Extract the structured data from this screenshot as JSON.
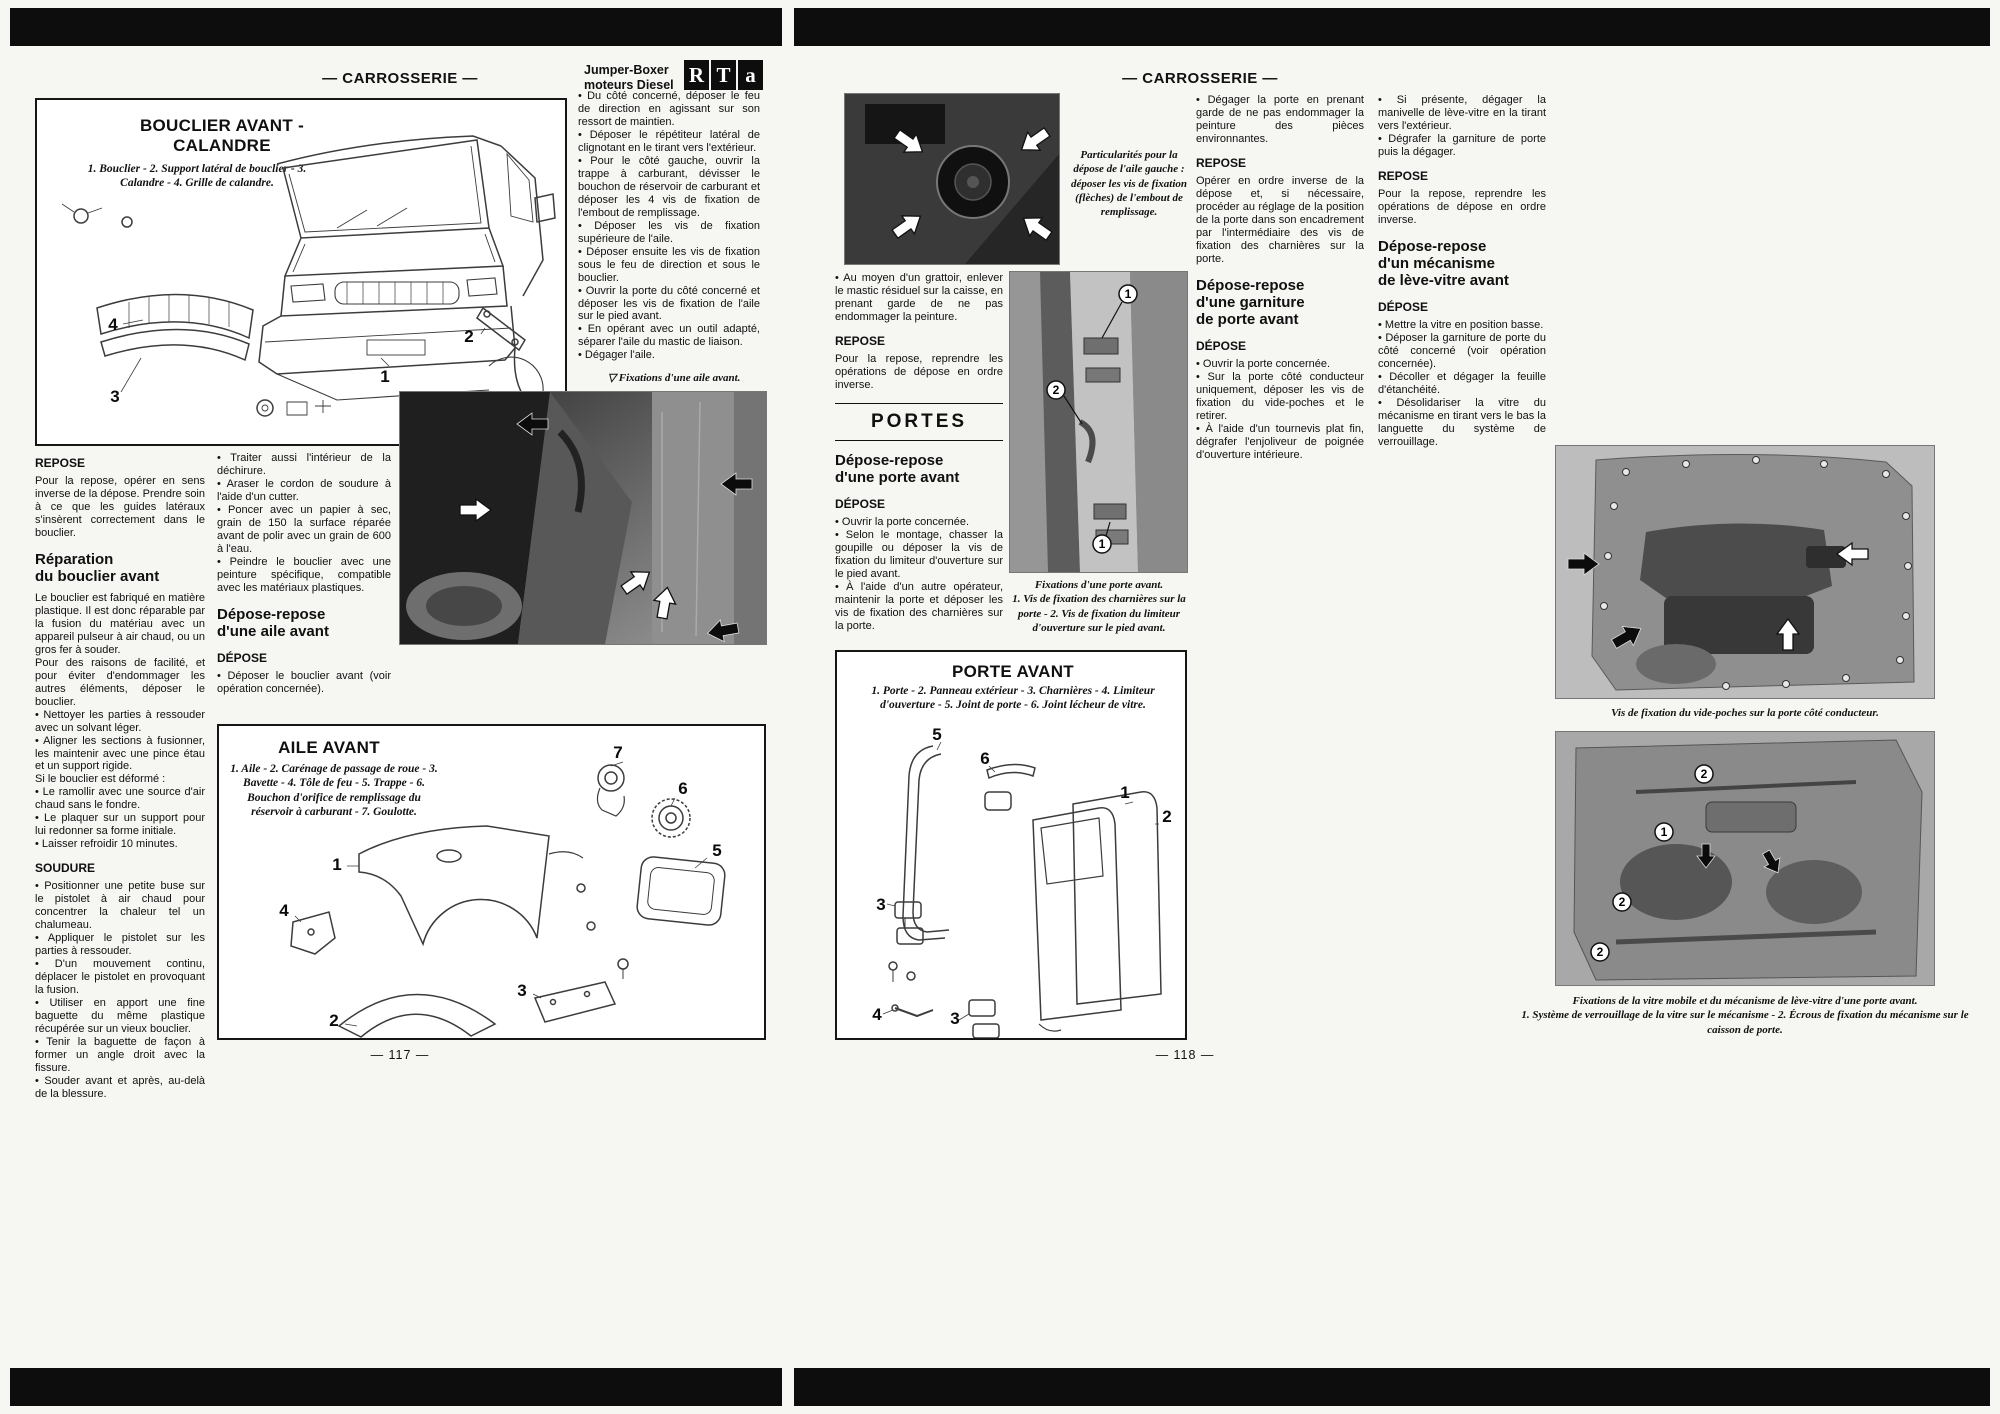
{
  "left_page": {
    "header": "— CARROSSERIE —",
    "brand_line1": "Jumper-Boxer",
    "brand_line2": "moteurs Diesel",
    "logo": [
      "R",
      "T",
      "a"
    ],
    "page_number": "— 117 —",
    "fig_bumper": {
      "title_line1": "BOUCLIER AVANT -",
      "title_line2": "CALANDRE",
      "caption": "1. Bouclier - 2. Support latéral de bouclier - 3. Calandre - 4. Grille de calandre.",
      "callouts": [
        "4",
        "3",
        "2",
        "1"
      ]
    },
    "col1": {
      "h_repose": "REPOSE",
      "p_repose": "Pour la repose, opérer en sens inverse de la dépose. Prendre soin à ce que les guides latéraux s'insèrent correctement dans le bouclier.",
      "h_rep1": "Réparation",
      "h_rep2": "du bouclier avant",
      "p1": "Le bouclier est fabriqué en matière plastique. Il est donc réparable par la fusion du matériau avec un appareil pulseur à air chaud, ou un gros fer à souder.",
      "p2": "Pour des raisons de facilité, et pour éviter d'endommager les autres éléments, déposer le bouclier.",
      "bullets1": [
        "• Nettoyer les parties à ressouder avec un solvant léger.",
        "• Aligner les sections à fusionner, les maintenir avec une pince étau et un support rigide."
      ],
      "p3": "Si le bouclier est déformé :",
      "bullets2": [
        "• Le ramollir avec une source d'air chaud sans le fondre.",
        "• Le plaquer sur un support pour lui redonner sa forme initiale.",
        "• Laisser refroidir 10 minutes."
      ],
      "h_soudure": "SOUDURE",
      "bullets3": [
        "• Positionner une petite buse sur le pistolet à air chaud pour concentrer la chaleur tel un chalumeau.",
        "• Appliquer le pistolet sur les parties à ressouder.",
        "• D'un mouvement continu, déplacer le pistolet en provoquant la fusion.",
        "• Utiliser en apport une fine baguette du même plastique récupérée sur un vieux bouclier.",
        "• Tenir la baguette de façon à former un angle droit avec la fissure.",
        "• Souder avant et après, au-delà de la blessure."
      ]
    },
    "col2": {
      "bullets1": [
        "• Traiter aussi l'intérieur de la déchirure.",
        "• Araser le cordon de soudure à l'aide d'un cutter.",
        "• Poncer avec un papier à sec, grain de 150 la surface réparée avant de polir avec un grain de 600 à l'eau.",
        "• Peindre le bouclier avec une peinture spécifique, compatible avec les matériaux plastiques."
      ],
      "h1a": "Dépose-repose",
      "h1b": "d'une aile avant",
      "h_depose": "DÉPOSE",
      "bullets2": [
        "• Déposer le bouclier avant (voir opération concernée)."
      ]
    },
    "col3": {
      "bullets": [
        "• Du côté concerné, déposer le feu de direction en agissant sur son ressort de maintien.",
        "• Déposer le répétiteur latéral de clignotant en le tirant vers l'extérieur.",
        "• Pour le côté gauche, ouvrir la trappe à carburant, dévisser le bouchon de réservoir de carburant et déposer les 4 vis de fixation de l'embout de remplissage.",
        "• Déposer les vis de fixation supérieure de l'aile.",
        "• Déposer ensuite les vis de fixation sous le feu de direction et sous le bouclier.",
        "• Ouvrir la porte du côté concerné et déposer les vis de fixation de l'aile sur le pied avant.",
        "• En opérant avec un outil adapté, séparer l'aile du mastic de liaison.",
        "• Dégager l'aile."
      ]
    },
    "photo_fender": {
      "marker": "▽",
      "caption": "Fixations d'une aile avant."
    },
    "fig_aile": {
      "title": "AILE AVANT",
      "caption": "1. Aile - 2. Carénage de passage de roue - 3. Bavette - 4. Tôle de feu - 5. Trappe - 6. Bouchon d'orifice de remplissage du réservoir à carburant - 7. Goulotte.",
      "callouts": [
        "7",
        "6",
        "5",
        "1",
        "4",
        "3",
        "2"
      ]
    }
  },
  "right_page": {
    "header": "— CARROSSERIE —",
    "page_number": "— 118 —",
    "photo_filler_caption": "Particularités pour la dépose de l'aile gauche : déposer les vis de fixation (flèches) de l'embout de remplissage.",
    "col1": {
      "b1": "• Au moyen d'un grattoir, enlever le mastic résiduel sur la caisse, en prenant garde de ne pas endommager la peinture.",
      "h_repose": "REPOSE",
      "p_repose": "Pour la repose, reprendre les opérations de dépose en ordre inverse.",
      "portes": "PORTES",
      "h1a": "Dépose-repose",
      "h1b": "d'une porte avant",
      "h_depose": "DÉPOSE",
      "bullets": [
        "• Ouvrir la porte concernée.",
        "• Selon le montage, chasser la goupille ou déposer la vis de fixation du limiteur d'ouverture sur le pied avant.",
        "• À l'aide d'un autre opérateur, maintenir la porte et déposer les vis de fixation des charnières sur la porte."
      ]
    },
    "photo_porte": {
      "callouts": [
        "1",
        "2",
        "1"
      ],
      "caption_title": "Fixations d'une porte avant.",
      "caption_text": "1. Vis de fixation des charnières sur la porte - 2. Vis de fixation du limiteur d'ouverture sur le pied avant."
    },
    "col2": {
      "b1": "• Dégager la porte en prenant garde de ne pas endommager la peinture des pièces environnantes.",
      "h_repose": "REPOSE",
      "p_repose": "Opérer en ordre inverse de la dépose et, si nécessaire, procéder au réglage de la position de la porte dans son encadrement par l'intermédiaire des vis de fixation des charnières sur la porte.",
      "h1a": "Dépose-repose",
      "h1b": "d'une garniture",
      "h1c": "de porte avant",
      "h_depose": "DÉPOSE",
      "bullets": [
        "• Ouvrir la porte concernée.",
        "• Sur la porte côté conducteur uniquement, déposer les vis de fixation du vide-poches et le retirer.",
        "• À l'aide d'un tournevis plat fin, dégrafer l'enjoliveur de poignée d'ouverture intérieure."
      ]
    },
    "col3": {
      "bullets1": [
        "• Si présente, dégager la manivelle de lève-vitre en la tirant vers l'extérieur.",
        "• Dégrafer la garniture de porte puis la dégager."
      ],
      "h_repose": "REPOSE",
      "p_repose": "Pour la repose, reprendre les opérations de dépose en ordre inverse.",
      "h1a": "Dépose-repose",
      "h1b": "d'un mécanisme",
      "h1c": "de lève-vitre avant",
      "h_depose": "DÉPOSE",
      "bullets2": [
        "• Mettre la vitre en position basse.",
        "• Déposer la garniture de porte du côté concerné (voir opération concernée).",
        "• Décoller et dégager la feuille d'étanchéité.",
        "• Désolidariser la vitre du mécanisme en tirant vers le bas la languette du système de verrouillage."
      ]
    },
    "photo_trim_caption": "Vis de fixation du vide-poches sur la porte côté conducteur.",
    "fig_porte": {
      "title": "PORTE AVANT",
      "caption": "1. Porte - 2. Panneau extérieur - 3. Charnières - 4. Limiteur d'ouverture - 5. Joint de porte - 6. Joint lécheur de vitre.",
      "callouts": [
        "5",
        "6",
        "1",
        "2",
        "3",
        "4",
        "3"
      ]
    },
    "photo_mech": {
      "callouts": [
        "2",
        "1",
        "2",
        "2"
      ],
      "caption_title": "Fixations de la vitre mobile et du mécanisme de lève-vitre d'une porte avant.",
      "caption_text": "1. Système de verrouillage de la vitre sur le mécanisme - 2. Écrous de fixation du mécanisme sur le caisson de porte."
    }
  }
}
